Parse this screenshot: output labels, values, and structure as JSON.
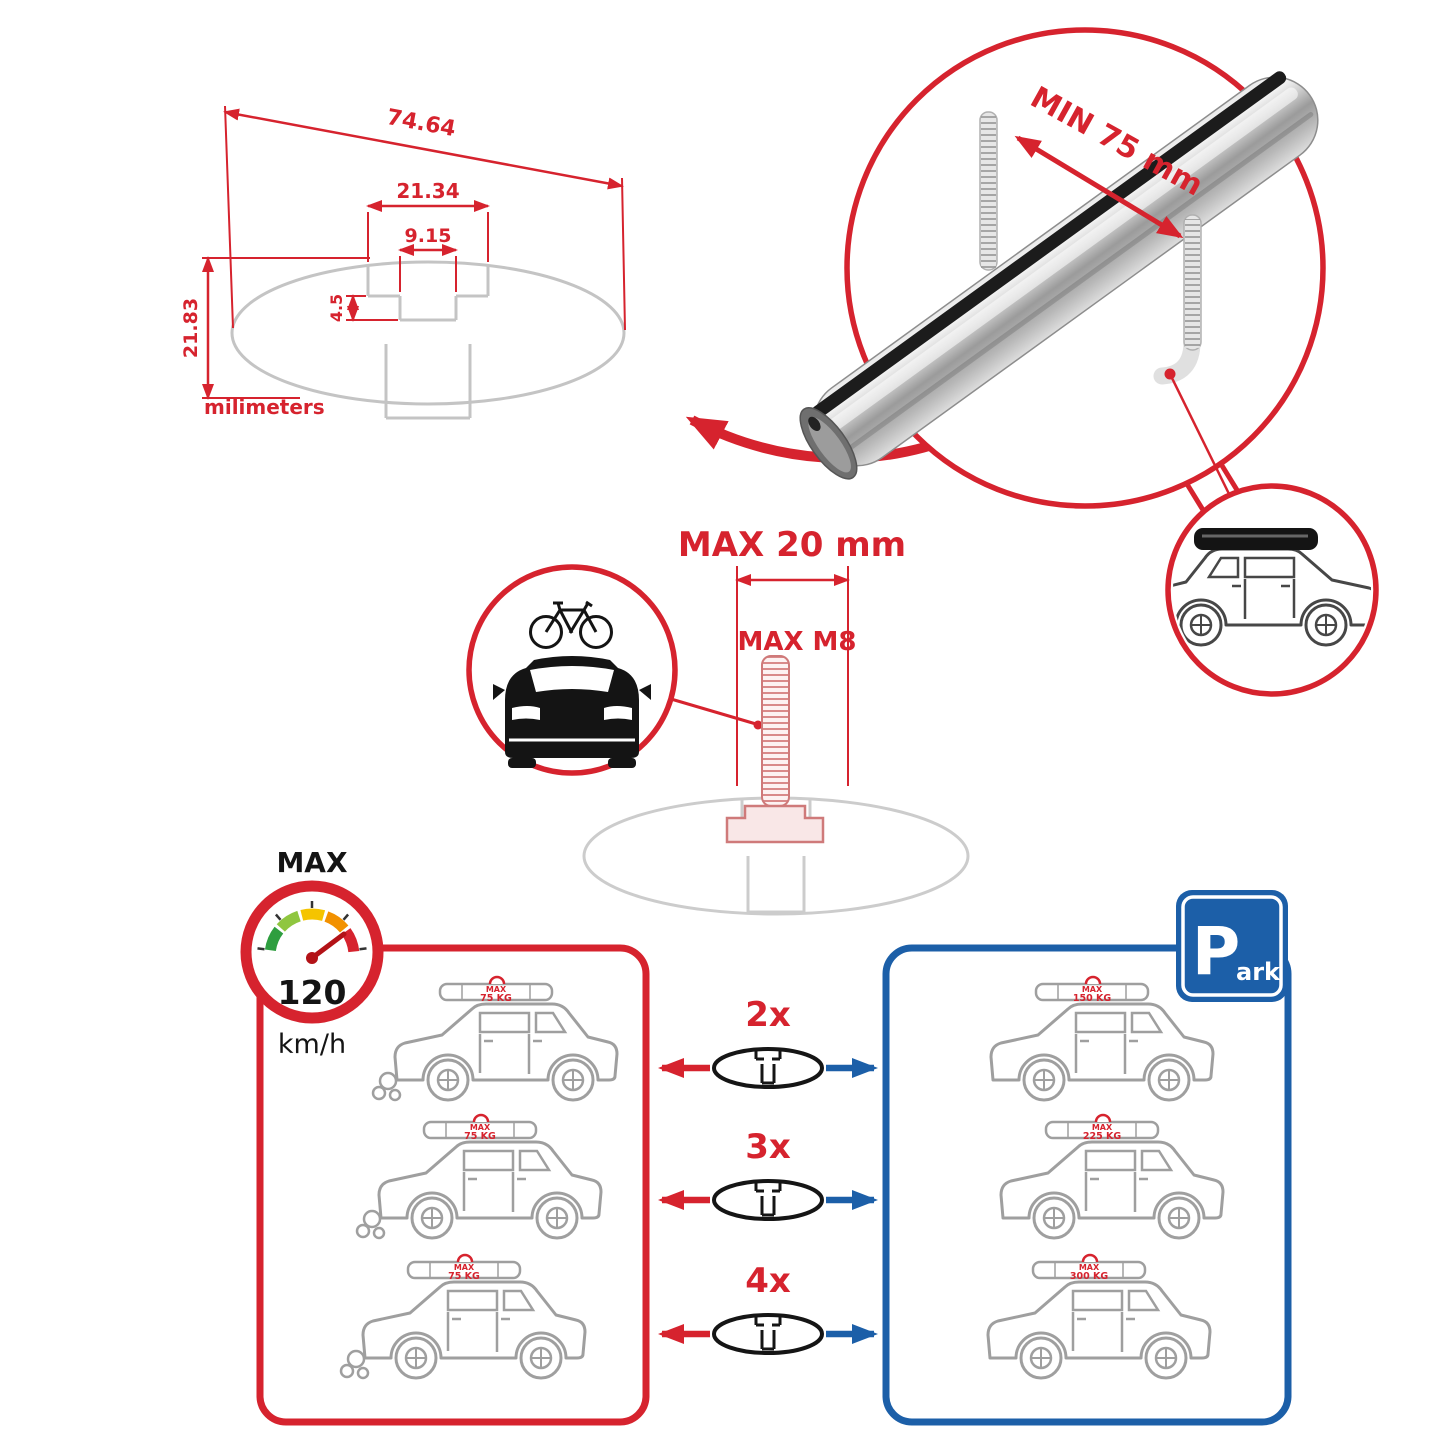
{
  "cross_section": {
    "width_outer": "74.64",
    "width_slot": "21.34",
    "width_inner": "9.15",
    "depth_step": "4.5",
    "height": "21.83",
    "units": "milimeters"
  },
  "clamp": {
    "min_label": "MIN 75 mm"
  },
  "bolt": {
    "max_width": "MAX 20 mm",
    "max_thread": "MAX M8"
  },
  "speed": {
    "title": "MAX",
    "value": "120",
    "unit": "km/h"
  },
  "badge_max": "MAX",
  "rows": [
    {
      "qty": "2x",
      "drive_load": "75 KG",
      "park_load": "150 KG"
    },
    {
      "qty": "3x",
      "drive_load": "75 KG",
      "park_load": "225 KG"
    },
    {
      "qty": "4x",
      "drive_load": "75 KG",
      "park_load": "300 KG"
    }
  ],
  "parking": {
    "p": "P",
    "ark": "ark"
  },
  "colors": {
    "red": "#d6232e",
    "blue": "#1c5fa8",
    "gray_line_art": "#a0a0a0",
    "sketch_gray": "#c4c4c4"
  }
}
